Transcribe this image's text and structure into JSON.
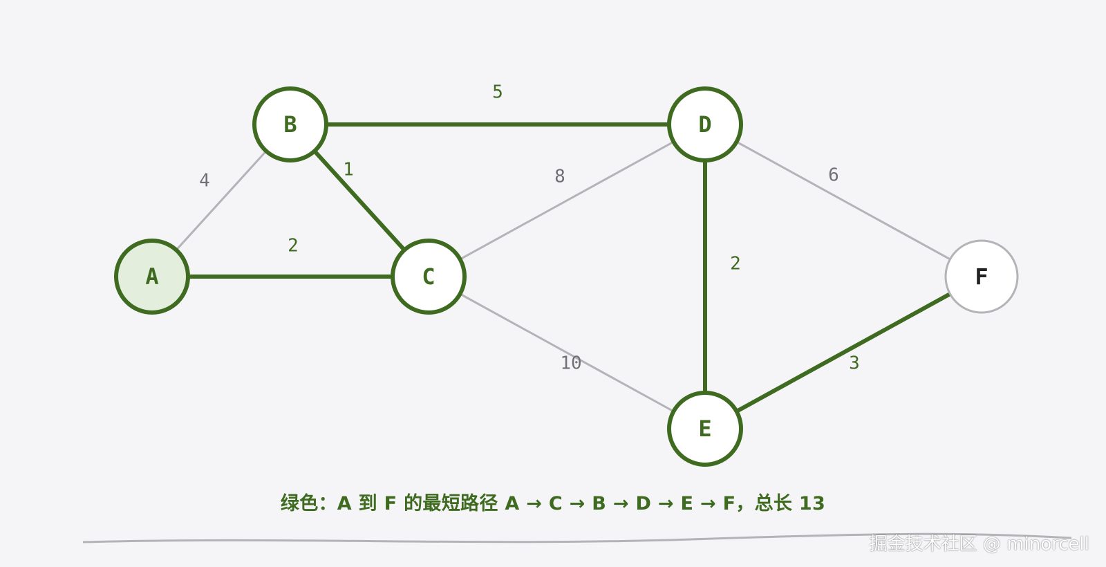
{
  "colors": {
    "accent": "#3e6b20",
    "muted_edge": "#b3b3b8",
    "muted_text": "#707075",
    "node_fill": "#ffffff",
    "start_fill": "#e4eedc",
    "node_text": "#222222",
    "background": "#f5f5f8"
  },
  "nodes": [
    {
      "id": "A",
      "label": "A",
      "highlighted": true,
      "start": true
    },
    {
      "id": "B",
      "label": "B",
      "highlighted": true,
      "start": false
    },
    {
      "id": "C",
      "label": "C",
      "highlighted": true,
      "start": false
    },
    {
      "id": "D",
      "label": "D",
      "highlighted": true,
      "start": false
    },
    {
      "id": "E",
      "label": "E",
      "highlighted": true,
      "start": false
    },
    {
      "id": "F",
      "label": "F",
      "highlighted": false,
      "start": false
    }
  ],
  "edges": [
    {
      "from": "A",
      "to": "B",
      "weight": "4",
      "highlighted": false
    },
    {
      "from": "A",
      "to": "C",
      "weight": "2",
      "highlighted": true
    },
    {
      "from": "B",
      "to": "C",
      "weight": "1",
      "highlighted": true
    },
    {
      "from": "B",
      "to": "D",
      "weight": "5",
      "highlighted": true
    },
    {
      "from": "C",
      "to": "D",
      "weight": "8",
      "highlighted": false
    },
    {
      "from": "C",
      "to": "E",
      "weight": "10",
      "highlighted": false
    },
    {
      "from": "D",
      "to": "E",
      "weight": "2",
      "highlighted": true
    },
    {
      "from": "D",
      "to": "F",
      "weight": "6",
      "highlighted": false
    },
    {
      "from": "E",
      "to": "F",
      "weight": "3",
      "highlighted": true
    }
  ],
  "caption": "绿色：A 到 F 的最短路径 A → C → B → D → E → F，总长 13",
  "watermark": "掘金技术社区 @ minorcell"
}
